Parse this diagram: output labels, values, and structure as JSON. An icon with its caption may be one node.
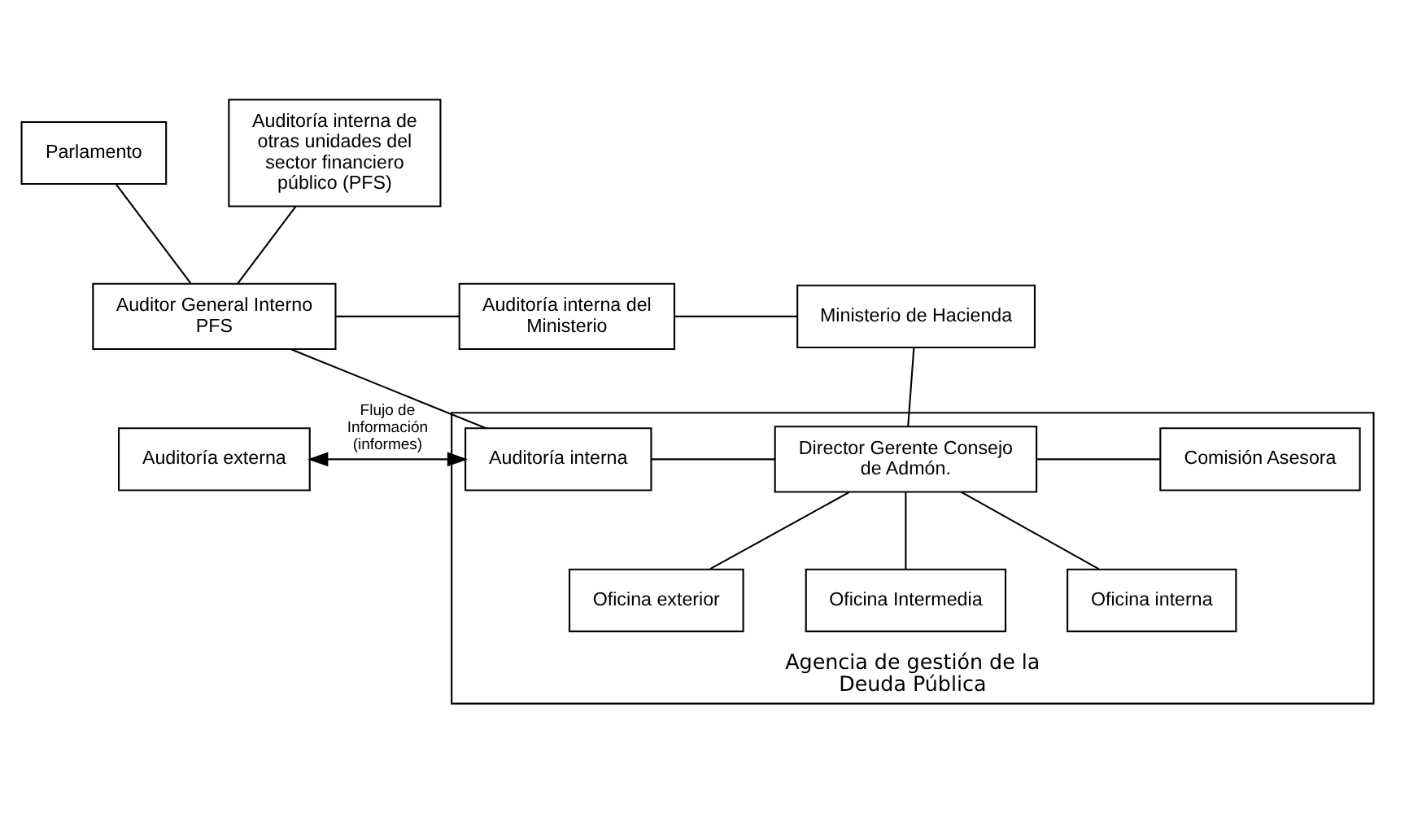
{
  "diagram": {
    "nodes": [
      {
        "text": [
          "Parlamento"
        ]
      },
      {
        "text": [
          "Auditoría interna de otras unidades del sector financiero público (PFS)"
        ]
      },
      {
        "text": [
          "Auditor General Interno PFS"
        ]
      },
      {
        "text": [
          "Auditoría interna del Ministerio"
        ]
      },
      {
        "text": [
          "Ministerio de Hacienda"
        ]
      },
      {
        "text": [
          "Auditoría externa"
        ]
      },
      {
        "text": [
          "Agencia de gestión de la Deuda Pública"
        ]
      },
      {
        "text": [
          "Auditoría interna"
        ],
        "in": 6
      },
      {
        "text": [
          "Director Gerente Consejo de Admón."
        ],
        "in": 6
      },
      {
        "text": [
          "Comisión Asesora"
        ],
        "in": 6
      },
      {
        "text": [
          "Oficina exterior"
        ],
        "in": 6
      },
      {
        "text": [
          "Oficina Intermedia"
        ],
        "in": 6
      },
      {
        "text": [
          "Oficina interna"
        ],
        "in": 6
      }
    ],
    "edges": [
      {
        "from": 0,
        "to": 2,
        "arrow": "none"
      },
      {
        "from": 2,
        "to": 1,
        "arrow": "none"
      },
      {
        "from": 2,
        "to": 3,
        "arrow": "none"
      },
      {
        "from": 3,
        "to": 4,
        "arrow": "none"
      },
      {
        "from": 4,
        "to": 8,
        "arrow": "none"
      },
      {
        "from": 2,
        "to": 7,
        "arrow": "none"
      },
      {
        "from": 5,
        "to": 7,
        "arrow": "both",
        "label": "Flujo de Información (informes)"
      },
      {
        "from": 7,
        "to": 8,
        "arrow": "none"
      },
      {
        "from": 8,
        "to": 9,
        "arrow": "none"
      },
      {
        "from": 8,
        "to": 10,
        "arrow": "none"
      },
      {
        "from": 8,
        "to": 11,
        "arrow": "none"
      },
      {
        "from": 8,
        "to": 12,
        "arrow": "none"
      }
    ]
  }
}
